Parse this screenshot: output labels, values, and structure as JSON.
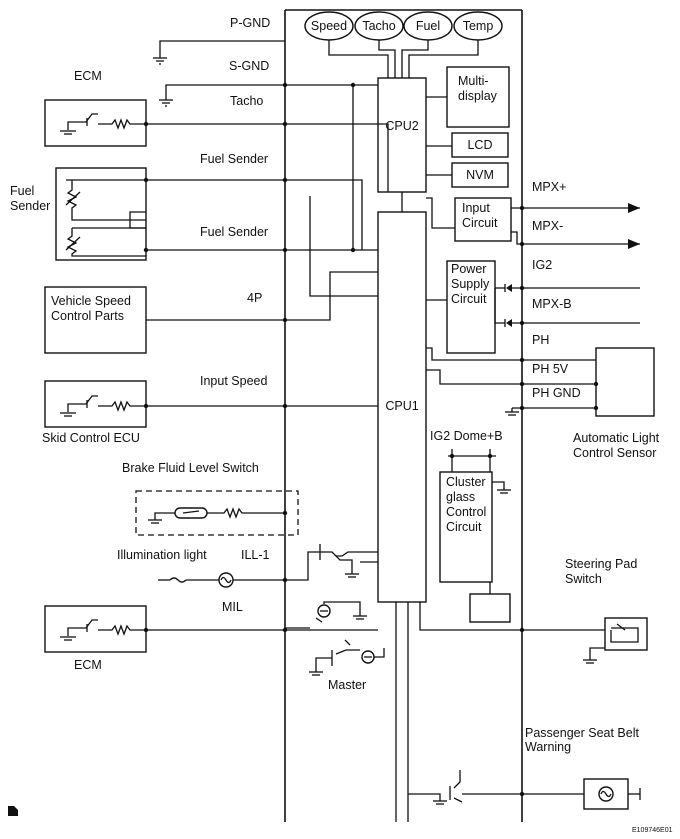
{
  "gauges": {
    "speed": "Speed",
    "tacho": "Tacho",
    "fuel": "Fuel",
    "temp": "Temp"
  },
  "blocks": {
    "cpu2": "CPU2",
    "cpu1": "CPU1",
    "multi_display_1": "Multi-",
    "multi_display_2": "display",
    "lcd": "LCD",
    "nvm": "NVM",
    "input_circuit_1": "Input",
    "input_circuit_2": "Circuit",
    "power_supply_1": "Power",
    "power_supply_2": "Supply",
    "power_supply_3": "Circuit",
    "cluster_1": "Cluster",
    "cluster_2": "glass",
    "cluster_3": "Control",
    "cluster_4": "Circuit"
  },
  "left_labels": {
    "ecm_top": "ECM",
    "fuel_sender_1": "Fuel",
    "fuel_sender_2": "Sender",
    "vehicle_speed_1": "Vehicle Speed",
    "vehicle_speed_2": "Control Parts",
    "skid_control": "Skid Control ECU",
    "brake_fluid": "Brake Fluid Level Switch",
    "illumination": "Illumination light",
    "ecm_bottom": "ECM",
    "master": "Master"
  },
  "signals": {
    "p_gnd": "P-GND",
    "s_gnd": "S-GND",
    "tacho": "Tacho",
    "fuel_sender_a": "Fuel Sender",
    "fuel_sender_b": "Fuel Sender",
    "four_p": "4P",
    "input_speed": "Input Speed",
    "ill_1": "ILL-1",
    "mil": "MIL"
  },
  "right_labels": {
    "mpx_plus": "MPX+",
    "mpx_minus": "MPX-",
    "ig2": "IG2",
    "mpx_b": "MPX-B",
    "ph": "PH",
    "ph_5v": "PH 5V",
    "ph_gnd": "PH GND",
    "ig2_dome": "IG2 Dome+B",
    "auto_light_1": "Automatic Light",
    "auto_light_2": "Control Sensor",
    "steering_1": "Steering Pad",
    "steering_2": "Switch",
    "passenger_1": "Passenger Seat Belt",
    "passenger_2": "Warning"
  },
  "footer": {
    "code": "E109746E01"
  }
}
